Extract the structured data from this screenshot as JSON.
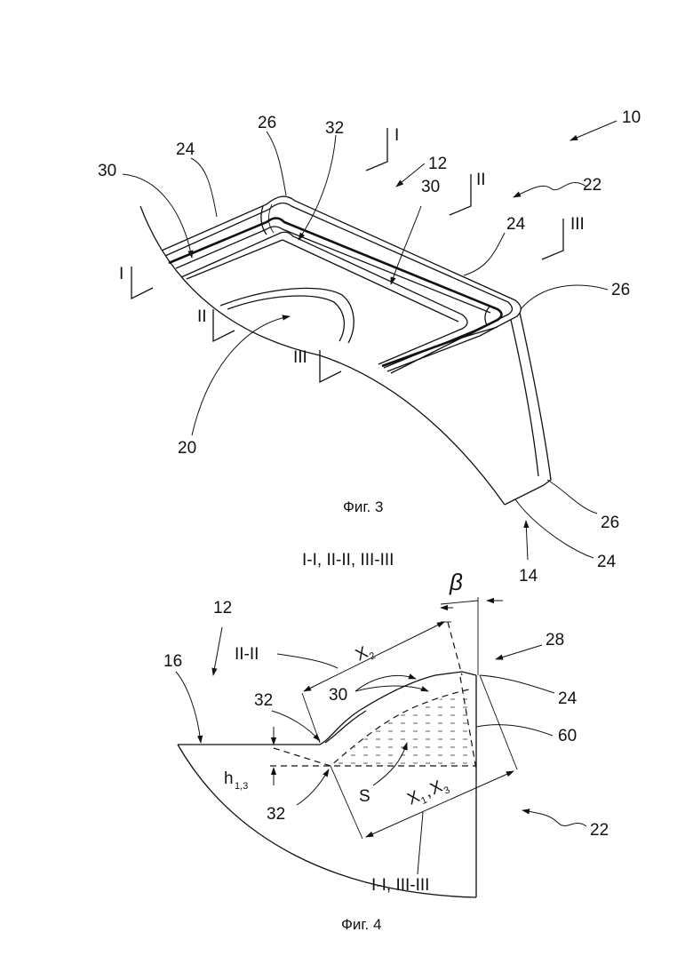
{
  "fig3": {
    "caption": "Фиг. 3",
    "labels": {
      "l10": "10",
      "l12": "12",
      "l14": "14",
      "l20": "20",
      "l22": "22",
      "l24a": "24",
      "l24b": "24",
      "l24c": "24",
      "l26a": "26",
      "l26b": "26",
      "l26c": "26",
      "l30a": "30",
      "l30b": "30",
      "l32": "32"
    },
    "sections": {
      "s1a": "I",
      "s1b": "I",
      "s2a": "II",
      "s2b": "II",
      "s3a": "III",
      "s3b": "III"
    }
  },
  "fig4": {
    "caption": "Фиг. 4",
    "title": "I-I, II-II, III-III",
    "labels": {
      "l12": "12",
      "l16": "16",
      "l22": "22",
      "l24": "24",
      "l28": "28",
      "l30": "30",
      "l32a": "32",
      "l32b": "32",
      "l60": "60",
      "lS": "S",
      "lII": "II-II",
      "lI_III": "I-I, III-III",
      "beta": "β"
    },
    "dims": {
      "x2_main": "X",
      "x2_sub": "2",
      "x13_main1": "X",
      "x13_sub1": "1",
      "x13_comma": ",",
      "x13_main2": "X",
      "x13_sub2": "3",
      "h_main": "h",
      "h_sub": "1,3"
    }
  }
}
